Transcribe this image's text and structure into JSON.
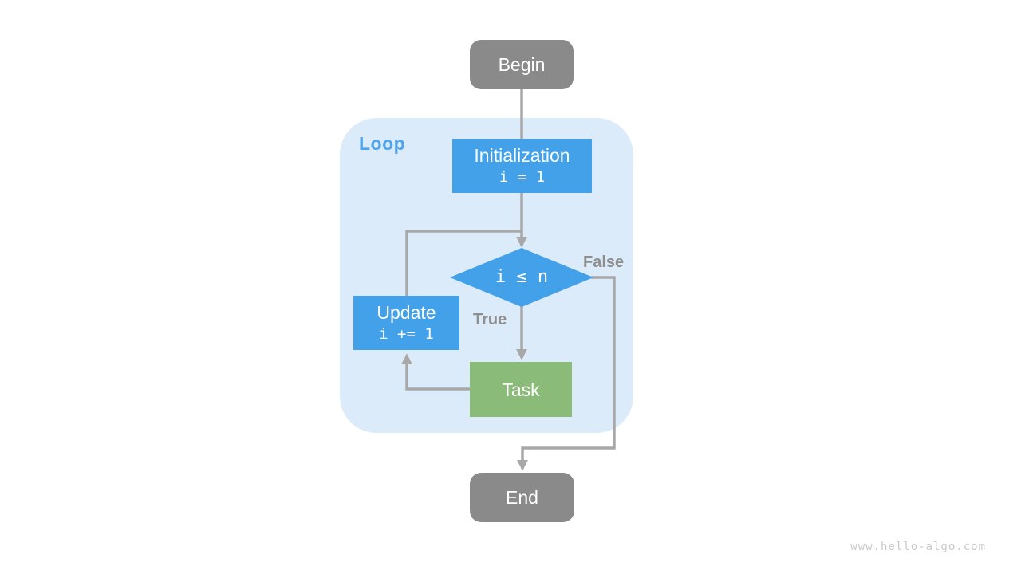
{
  "flowchart": {
    "loop_group": {
      "label": "Loop"
    },
    "nodes": {
      "begin": {
        "label": "Begin"
      },
      "initialization": {
        "label": "Initialization",
        "code": "i = 1"
      },
      "condition": {
        "code": "i ≤ n"
      },
      "update": {
        "label": "Update",
        "code": "i += 1"
      },
      "task": {
        "label": "Task"
      },
      "end": {
        "label": "End"
      }
    },
    "edge_labels": {
      "true": "True",
      "false": "False"
    },
    "colors": {
      "terminal_gray": "#8a8a8a",
      "process_blue": "#42a1e8",
      "task_green": "#8bbb79",
      "loop_bg": "#dcebf9",
      "loop_label_blue": "#4ea5ec",
      "connector_gray": "#a8a8a8",
      "edge_label_gray": "#8e8e8e",
      "watermark_gray": "#c9c9c9",
      "page_bg": "#ffffff"
    }
  },
  "page": {
    "watermark": "www.hello-algo.com"
  }
}
